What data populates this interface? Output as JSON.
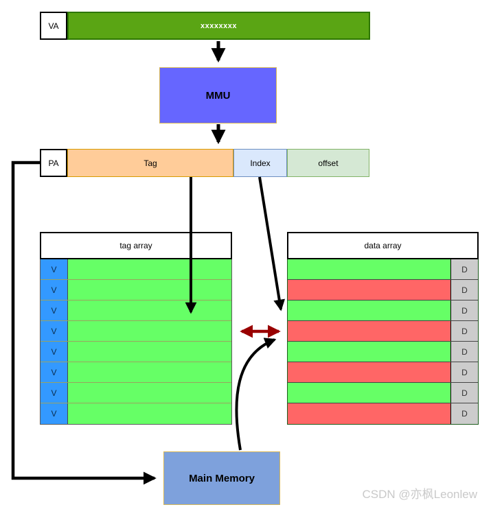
{
  "labels": {
    "va": "VA",
    "va_bar_text": "xxxxxxxx",
    "mmu": "MMU",
    "pa": "PA",
    "tag": "Tag",
    "index": "Index",
    "offset": "offset",
    "main_memory": "Main Memory"
  },
  "tag_array": {
    "title": "tag array",
    "rows": [
      {
        "valid": "V"
      },
      {
        "valid": "V"
      },
      {
        "valid": "V"
      },
      {
        "valid": "V"
      },
      {
        "valid": "V"
      },
      {
        "valid": "V"
      },
      {
        "valid": "V"
      },
      {
        "valid": "V"
      }
    ]
  },
  "data_array": {
    "title": "data array",
    "rows": [
      {
        "dirty": "D",
        "state": "green"
      },
      {
        "dirty": "D",
        "state": "red"
      },
      {
        "dirty": "D",
        "state": "green"
      },
      {
        "dirty": "D",
        "state": "red"
      },
      {
        "dirty": "D",
        "state": "green"
      },
      {
        "dirty": "D",
        "state": "red"
      },
      {
        "dirty": "D",
        "state": "green"
      },
      {
        "dirty": "D",
        "state": "red"
      }
    ]
  },
  "watermark": "CSDN @亦枫Leonlew",
  "colors": {
    "va_bar_fill": "#5aa514",
    "va_bar_stroke": "#2d7600",
    "mmu_fill": "#6666ff",
    "mmu_stroke": "#d6b656",
    "tag_fill": "#ffcc99",
    "tag_stroke": "#d79b00",
    "index_fill": "#dae8fc",
    "index_stroke": "#6c8ebf",
    "offset_fill": "#d5e8d4",
    "offset_stroke": "#82b366",
    "v_fill": "#3399ff",
    "green_row": "#66ff66",
    "red_row": "#ff6666",
    "d_fill": "#cccccc",
    "main_memory_fill": "#7ea1dc",
    "main_memory_stroke": "#d6b656",
    "arrow": "#000000",
    "red_arrow": "#990000",
    "watermark": "#c9c9c9"
  }
}
